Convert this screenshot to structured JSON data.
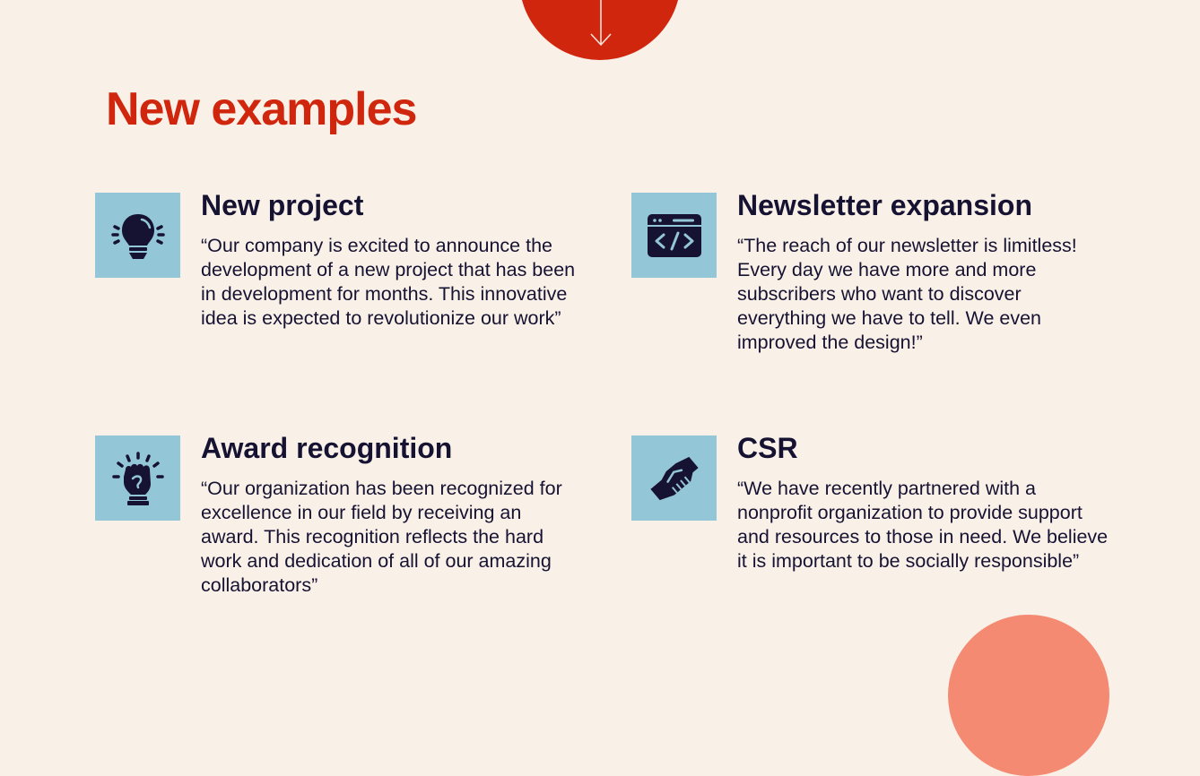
{
  "slide": {
    "title": "New examples",
    "colors": {
      "background": "#f9f1e8",
      "accent": "#d0260d",
      "accent_light": "#f58a73",
      "icon_bg": "#93c6d6",
      "text": "#161232"
    },
    "decorations": {
      "top_circle_icon": "arrow-down-icon"
    },
    "cards": [
      {
        "icon": "lightbulb-icon",
        "title": "New project",
        "body": "“Our company is excited to announce the development of a new project that has been in development for months. This innovative idea is expected to revolutionize our work”"
      },
      {
        "icon": "code-window-icon",
        "title": "Newsletter expansion",
        "body": "“The reach of our newsletter is limitless! Every day we have more and more subscribers who want to discover everything we have to tell. We even improved the design!”"
      },
      {
        "icon": "raised-fist-icon",
        "title": "Award recognition",
        "body": "“Our organization has been recognized for excellence in our field by receiving an award. This recognition reflects the hard work and dedication of all of our amazing collaborators”"
      },
      {
        "icon": "handshake-icon",
        "title": "CSR",
        "body": "“We have recently partnered with a nonprofit organization to provide support and resources to those in need. We believe it is important to be socially responsible”"
      }
    ]
  }
}
